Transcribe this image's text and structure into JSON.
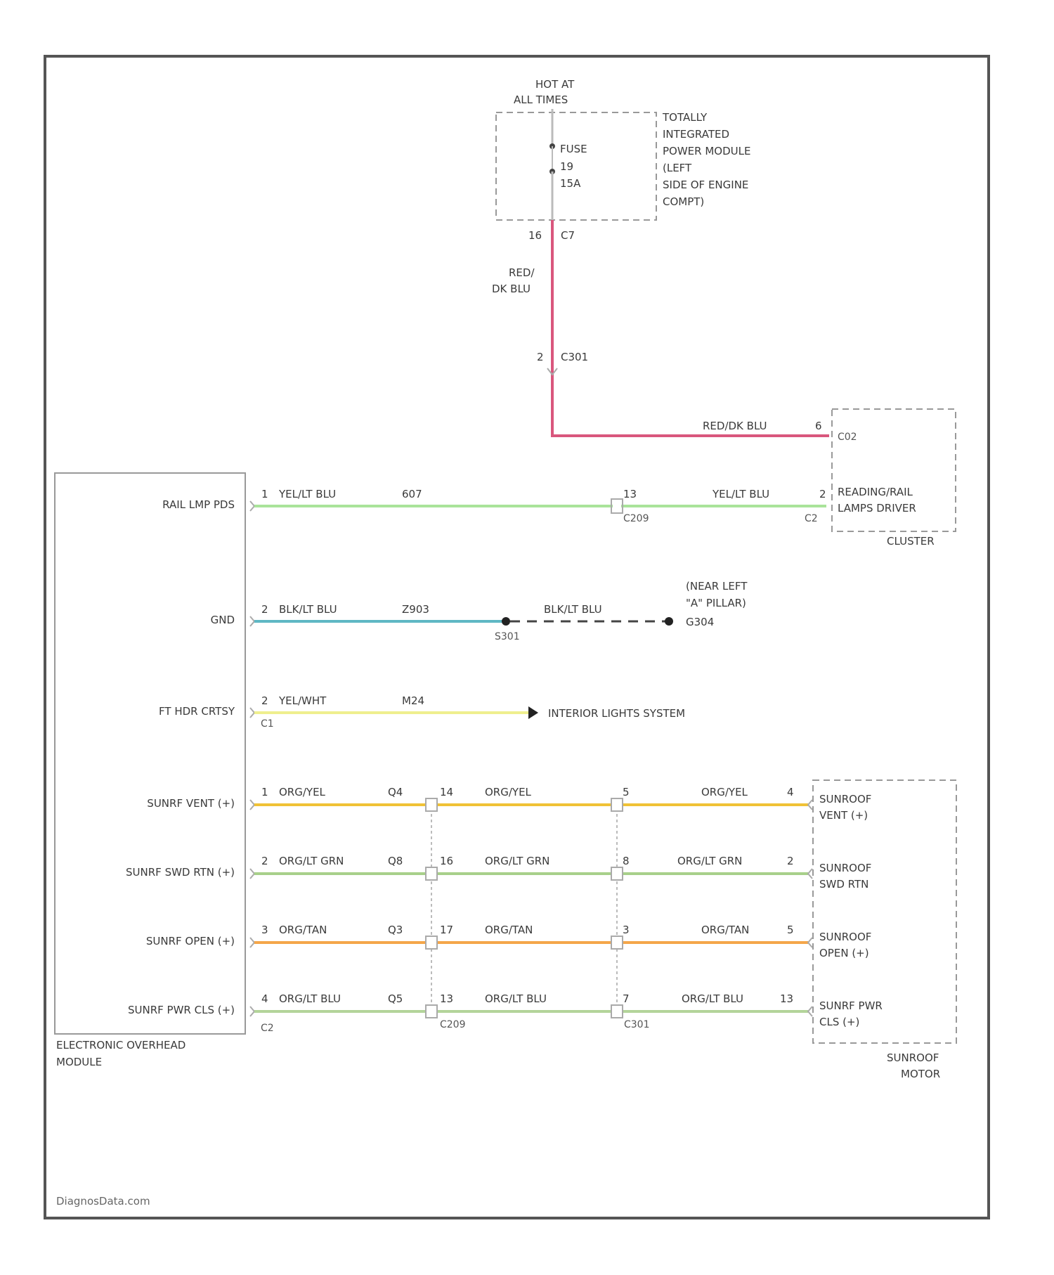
{
  "colors": {
    "red_dkblu": "#d9577d",
    "yel_ltblu": "#a9e39a",
    "blk_ltblu": "#5fb8c4",
    "yel_wht": "#efef8e",
    "org_yel": "#f0c236",
    "org_ltgrn": "#a8d08a",
    "org_tan": "#f4a64a",
    "org_ltblu": "#b3d49a"
  },
  "source": {
    "label_line1": "HOT AT",
    "label_line2": "ALL TIMES"
  },
  "tipm": {
    "fuse_label": "FUSE",
    "fuse_number": "19",
    "fuse_rating": "15A",
    "name_lines": [
      "TOTALLY",
      "INTEGRATED",
      "POWER MODULE",
      "(LEFT",
      "SIDE OF ENGINE",
      "COMPT)"
    ],
    "pin": "16",
    "connector": "C7"
  },
  "feed_wire": {
    "color_line1": "RED/",
    "color_line2": "DK BLU",
    "inline_pin": "2",
    "inline_connector": "C301",
    "cluster_color": "RED/DK BLU",
    "cluster_pin": "6",
    "cluster_terminal": "C02"
  },
  "cluster": {
    "driver_line1": "READING/RAIL",
    "driver_line2": "LAMPS DRIVER",
    "label": "CLUSTER"
  },
  "eom": {
    "label_line1": "ELECTRONIC OVERHEAD",
    "label_line2": "MODULE",
    "pins": [
      {
        "name": "RAIL LMP PDS"
      },
      {
        "name": "GND"
      },
      {
        "name": "FT HDR CRTSY"
      },
      {
        "name": "SUNRF VENT (+)"
      },
      {
        "name": "SUNRF SWD RTN (+)"
      },
      {
        "name": "SUNRF OPEN (+)"
      },
      {
        "name": "SUNRF PWR CLS (+)"
      }
    ],
    "c1": "C1",
    "c2": "C2"
  },
  "wires": {
    "rail": {
      "pin": "1",
      "color": "YEL/LT BLU",
      "circuit": "607",
      "mid_pin": "13",
      "mid_connector": "C209",
      "right_color": "YEL/LT BLU",
      "right_pin": "2",
      "right_connector": "C2"
    },
    "gnd": {
      "pin": "2",
      "color": "BLK/LT BLU",
      "circuit": "Z903",
      "splice": "S301",
      "dash_color": "BLK/LT BLU",
      "ground": "G304",
      "ground_note_1": "(NEAR LEFT",
      "ground_note_2": "\"A\" PILLAR)"
    },
    "crtsy": {
      "pin": "2",
      "color": "YEL/WHT",
      "circuit": "M24",
      "destination": "INTERIOR LIGHTS SYSTEM"
    },
    "vent": {
      "pin": "1",
      "color": "ORG/YEL",
      "circuit": "Q4",
      "pin2": "14",
      "color2": "ORG/YEL",
      "pin3": "5",
      "color3": "ORG/YEL",
      "end_pin": "4"
    },
    "swd": {
      "pin": "2",
      "color": "ORG/LT GRN",
      "circuit": "Q8",
      "pin2": "16",
      "color2": "ORG/LT GRN",
      "pin3": "8",
      "color3": "ORG/LT GRN",
      "end_pin": "2"
    },
    "open": {
      "pin": "3",
      "color": "ORG/TAN",
      "circuit": "Q3",
      "pin2": "17",
      "color2": "ORG/TAN",
      "pin3": "3",
      "color3": "ORG/TAN",
      "end_pin": "5"
    },
    "close": {
      "pin": "4",
      "color": "ORG/LT BLU",
      "circuit": "Q5",
      "pin2": "13",
      "color2": "ORG/LT BLU",
      "pin3": "7",
      "color3": "ORG/LT BLU",
      "end_pin": "13",
      "conn_a": "C209",
      "conn_b": "C301"
    }
  },
  "motor": {
    "label_line1": "SUNROOF",
    "label_line2": "MOTOR",
    "pins": [
      {
        "line1": "SUNROOF",
        "line2": "VENT (+)"
      },
      {
        "line1": "SUNROOF",
        "line2": "SWD RTN"
      },
      {
        "line1": "SUNROOF",
        "line2": "OPEN (+)"
      },
      {
        "line1": "SUNRF PWR",
        "line2": "CLS (+)"
      }
    ]
  },
  "watermark": "DiagnosData.com"
}
